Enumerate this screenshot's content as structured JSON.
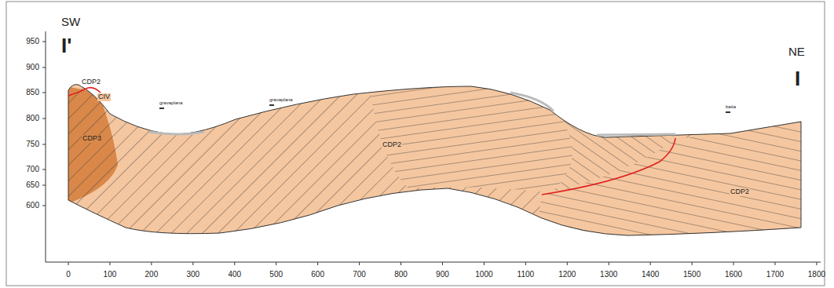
{
  "diagram": {
    "labels": [
      "SW",
      "I'",
      "NE",
      "I",
      "950",
      "900",
      "850",
      "800",
      "750",
      "700",
      "650",
      "600",
      "0",
      "100",
      "200",
      "300",
      "400",
      "500",
      "600",
      "700",
      "800",
      "900",
      "1000",
      "1100",
      "1200",
      "1300",
      "1400",
      "1500",
      "1600",
      "1700",
      "1800",
      "CDP2",
      "CIV",
      "CDP3",
      "gravaplana",
      "gravaplana",
      "CDP2",
      "baita",
      "CDP2"
    ]
  }
}
